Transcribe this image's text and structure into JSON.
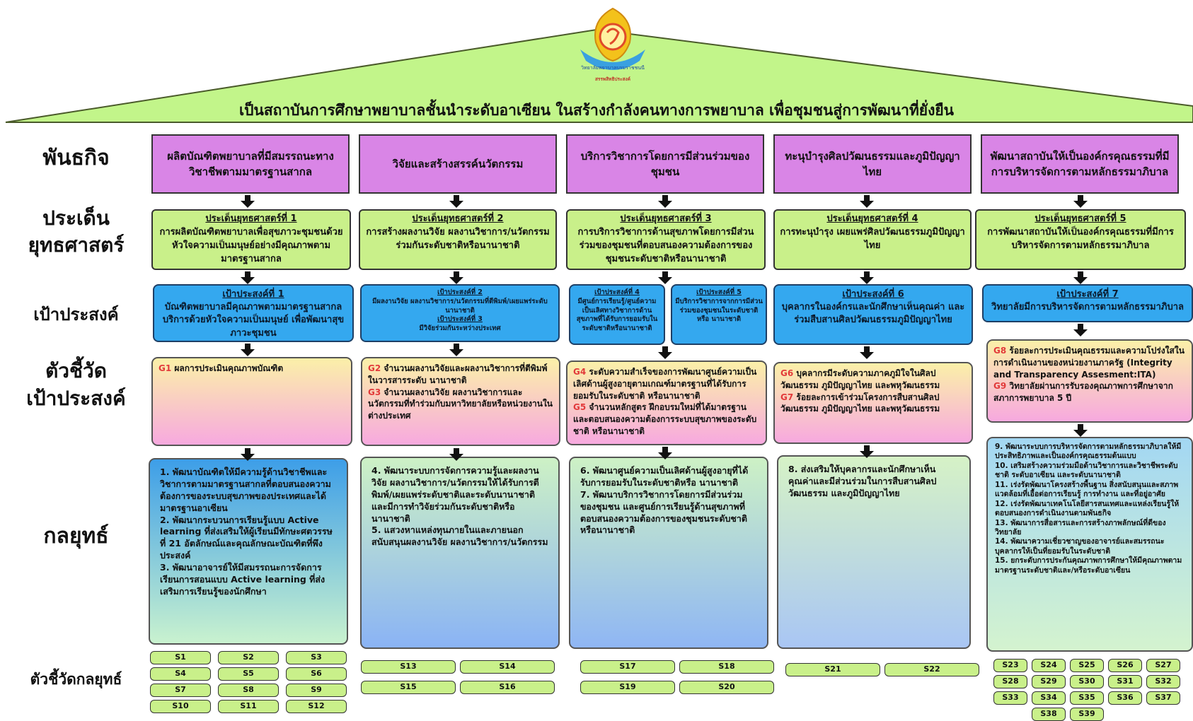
{
  "vision": "เป็นสถาบันการศึกษาพยาบาลชั้นนำระดับอาเซียน ในสร้างกำลังคนทางการพยาบาล เพื่อชุมชนสู่การพัฒนาที่ยั่งยืน",
  "logo": {
    "text1": "วิทยาลัยพยาบาลบรมราชชนนี",
    "text2": "สรรพสิทธิประสงค์"
  },
  "row_labels": {
    "mission": "พันธกิจ",
    "issue": [
      "ประเด็น",
      "ยุทธศาสตร์"
    ],
    "goal": "เป้าประสงค์",
    "kpi": [
      "ตัวชี้วัด",
      "เป้าประสงค์"
    ],
    "strategy": "กลยุทธ์",
    "strategy_kpi": "ตัวชี้วัดกลยุทธ์"
  },
  "missions": [
    "ผลิตบัณฑิตพยาบาลที่มีสมรรถนะทางวิชาชีพตามมาตรฐานสากล",
    "วิจัยและสร้างสรรค์นวัตกรรม",
    "บริการวิชาการโดยการมีส่วนร่วมของชุมชน",
    "ทะนุบำรุงศิลปวัฒนธรรมและภูมิปัญญาไทย",
    "พัฒนาสถาบันให้เป็นองค์กรคุณธรรมที่มีการบริหารจัดการตามหลักธรรมาภิบาล"
  ],
  "issues": [
    {
      "head": "ประเด็นยุทธศาสตร์ที่ 1",
      "text": "การผลิตบัณฑิตพยาบาลเพื่อสุขภาวะชุมชนด้วยหัวใจความเป็นมนุษย์อย่างมีคุณภาพตามมาตรฐานสากล"
    },
    {
      "head": "ประเด็นยุทธศาสตร์ที่ 2",
      "text": "การสร้างผลงานวิจัย ผลงานวิชาการ/นวัตกรรมร่วมกันระดับชาติหรือนานาชาติ"
    },
    {
      "head": "ประเด็นยุทธศาสตร์ที่ 3",
      "text": "การบริการวิชาการด้านสุขภาพโดยการมีส่วนร่วมของชุมชนที่ตอบสนองความต้องการของชุมชนระดับชาติหรือนานาชาติ"
    },
    {
      "head": "ประเด็นยุทธศาสตร์ที่ 4",
      "text": "การทะนุบำรุง เผยแพร่ศิลปวัฒนธรรมภูมิปัญญาไทย"
    },
    {
      "head": "ประเด็นยุทธศาสตร์ที่ 5",
      "text": "การพัฒนาสถาบันให้เป็นองค์กรคุณธรรมที่มีการบริหารจัดการตามหลักธรรมาภิบาล"
    }
  ],
  "goals": [
    {
      "head": "เป้าประสงค์ที่ 1",
      "text": "บัณฑิตพยาบาลมีคุณภาพตามมาตรฐานสากล บริการด้วยหัวใจความเป็นมนุษย์ เพื่อพัฒนาสุขภาวะชุมชน"
    },
    {
      "head": "เป้าประสงค์ที่ 2",
      "text": "มีผลงานวิจัย ผลงานวิชาการ/นวัตกรรมที่ตีพิมพ์/เผยแพร่ระดับนานาชาติ",
      "head2": "เป้าประสงค์ที่ 3",
      "text2": "มีวิจัยร่วมกันระหว่างประเทศ"
    },
    {
      "head": "เป้าประสงค์ที่ 4",
      "text": "มีศูนย์การเรียนรู้/ศูนย์ความเป็นเลิศทางวิชาการด้านสุขภาพที่ได้รับการยอมรับในระดับชาติหรือนานาชาติ"
    },
    {
      "head": "เป้าประสงค์ที่ 5",
      "text": "มีบริการวิชาการจากการมีส่วนร่วมของชุมชนในระดับชาติหรือ นานาชาติ"
    },
    {
      "head": "เป้าประสงค์ที่ 6",
      "text": "บุคลากรในองค์กรและนักศึกษาเห็นคุณค่า และร่วมสืบสานศิลปวัฒนธรรมภูมิปัญญาไทย"
    },
    {
      "head": "เป้าประสงค์ที่ 7",
      "text": "วิทยาลัยมีการบริหารจัดการตามหลักธรรมาภิบาล"
    }
  ],
  "kpis": [
    [
      {
        "code": "G1",
        "text": "ผลการประเมินคุณภาพบัณฑิต"
      }
    ],
    [
      {
        "code": "G2",
        "text": "จำนวนผลงานวิจัยและผลงานวิชาการที่ตีพิมพ์ในวารสารระดับ นานาชาติ"
      },
      {
        "code": "G3",
        "text": "จำนวนผลงานวิจัย ผลงานวิชาการและนวัตกรรมที่ทำร่วมกับมหาวิทยาลัยหรือหน่วยงานในต่างประเทศ"
      }
    ],
    [
      {
        "code": "G4",
        "text": "ระดับความสำเร็จของการพัฒนาศูนย์ความเป็นเลิศด้านผู้สูงอายุตามเกณฑ์มาตรฐานที่ได้รับการยอมรับในระดับชาติ หรือนานาชาติ"
      },
      {
        "code": "G5",
        "text": "จำนวนหลักสูตร ฝึกอบรมใหม่ที่ได้มาตรฐานและตอบสนองความต้องการระบบสุขภาพของระดับชาติ หรือนานาชาติ"
      }
    ],
    [
      {
        "code": "G6",
        "text": "บุคลากรมีระดับความภาคภูมิใจในศิลปวัฒนธรรม ภูมิปัญญาไทย และพหุวัฒนธรรม"
      },
      {
        "code": "G7",
        "text": "ร้อยละการเข้าร่วมโครงการสืบสานศิลปวัฒนธรรม ภูมิปัญญาไทย และพหุวัฒนธรรม"
      }
    ],
    [
      {
        "code": "G8",
        "text": "ร้อยละการประเมินคุณธรรมและความโปร่งใสในการดำเนินงานของหน่วยงานภาครัฐ (Integrity and Transparency Assesment:ITA)"
      },
      {
        "code": "G9",
        "text": "วิทยาลัยผ่านการรับรองคุณภาพการศึกษาจากสภาการพยาบาล 5 ปี"
      }
    ]
  ],
  "strategies": [
    [
      "1. พัฒนาบัณฑิตให้มีความรู้ด้านวิชาชีพและวิชาการตามมาตรฐานสากลที่ตอบสนองความต้องการของระบบสุขภาพของประเทศและได้มาตรฐานอาเซียน",
      "2. พัฒนากระบวนการเรียนรู้แบบ Active learning ที่ส่งเสริมให้ผู้เรียนมีทักษะศตวรรษที่ 21 อัตลักษณ์และคุณลักษณะบัณฑิตที่พึงประสงค์",
      "3. พัฒนาอาจารย์ให้มีสมรรถนะการจัดการเรียนการสอนแบบ Active learning ที่ส่งเสริมการเรียนรู้ของนักศึกษา"
    ],
    [
      "4. พัฒนาระบบการจัดการความรู้และผลงานวิจัย ผลงานวิชาการ/นวัตกรรมให้ได้รับการตีพิมพ์/เผยแพร่ระดับชาติและระดับนานาชาติ และมีการทำวิจัยร่วมกันระดับชาติหรือนานาชาติ",
      "5. แสวงหาแหล่งทุนภายในและภายนอกสนับสนุนผลงานวิจัย ผลงานวิชาการ/นวัตกรรม"
    ],
    [
      "6. พัฒนาศูนย์ความเป็นเลิศด้านผู้สูงอายุที่ได้รับการยอมรับในระดับชาติหรือ นานาชาติ",
      "7. พัฒนาบริการวิชาการโดยการมีส่วนร่วมของชุมชน และศูนย์การเรียนรู้ด้านสุขภาพที่ตอบสนองความต้องการของชุมชนระดับชาติ หรือนานาชาติ"
    ],
    [
      "8. ส่งเสริมให้บุคลากรและนักศึกษาเห็นคุณค่าและมีส่วนร่วมในการสืบสานศิลปวัฒนธรรม และภูมิปัญญาไทย"
    ],
    [
      "9. พัฒนาระบบการบริหารจัดการตามหลักธรรมาภิบาลให้มีประสิทธิภาพและเป็นองค์กรคุณธรรมต้นแบบ",
      "10. เสริมสร้างความร่วมมือด้านวิชาการและวิชาชีพระดับชาติ ระดับอาเซียน และระดับนานาชาติ",
      "11. เร่งรัดพัฒนาโครงสร้างพื้นฐาน สิ่งสนับสนุนและสภาพแวดล้อมที่เอื้อต่อการเรียนรู้ การทำงาน และที่อยู่อาศัย",
      "12. เร่งรัดพัฒนาเทคโนโลยีสารสนเทศและแหล่งเรียนรู้ให้ตอบสนองการดำเนินงานตามพันธกิจ",
      "13. พัฒนาการสื่อสารและการสร้างภาพลักษณ์ที่ดีของวิทยาลัย",
      "14. พัฒนาความเชี่ยวชาญของอาจารย์และสมรรถนะบุคลากรให้เป็นที่ยอมรับในระดับชาติ",
      "15. ยกระดับการประกันคุณภาพการศึกษาให้มีคุณภาพตามมาตรฐานระดับชาติและ/หรือระดับอาเซียน"
    ]
  ],
  "strategy_kpis": [
    [
      "S1",
      "S2",
      "S3",
      "S4",
      "S5",
      "S6",
      "S7",
      "S8",
      "S9",
      "S10",
      "S11",
      "S12"
    ],
    [
      "S13",
      "S14",
      "S15",
      "S16"
    ],
    [
      "S17",
      "S18",
      "S19",
      "S20"
    ],
    [
      "S21",
      "S22"
    ],
    [
      "S23",
      "S24",
      "S25",
      "S26",
      "S27",
      "S28",
      "S29",
      "S30",
      "S31",
      "S32",
      "S33",
      "S34",
      "S35",
      "S36",
      "S37",
      "S38",
      "S39"
    ]
  ],
  "colors": {
    "roof": "#c2f58a",
    "mission": "#d985e6",
    "issue": "#c9f08a",
    "goal": "#34a8ef",
    "kpi_code": "#e23a3a"
  }
}
